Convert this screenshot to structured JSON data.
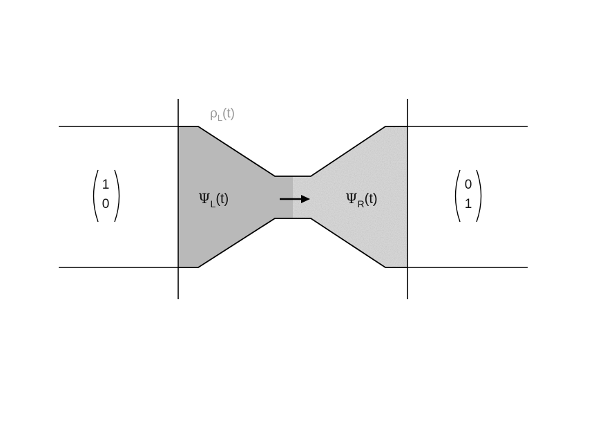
{
  "density_label": {
    "base": "ρ",
    "sub": "L",
    "arg": "(t)"
  },
  "psi_left": {
    "base": "Ψ",
    "sub": "L",
    "arg": "(t)"
  },
  "psi_right": {
    "base": "Ψ",
    "sub": "R",
    "arg": "(t)"
  },
  "vector_left": {
    "top": "1",
    "bottom": "0"
  },
  "vector_right": {
    "top": "0",
    "bottom": "1"
  },
  "colors": {
    "left_fill": "#b9b9b9",
    "right_fill": "#d6d6d6",
    "line": "#000000"
  }
}
